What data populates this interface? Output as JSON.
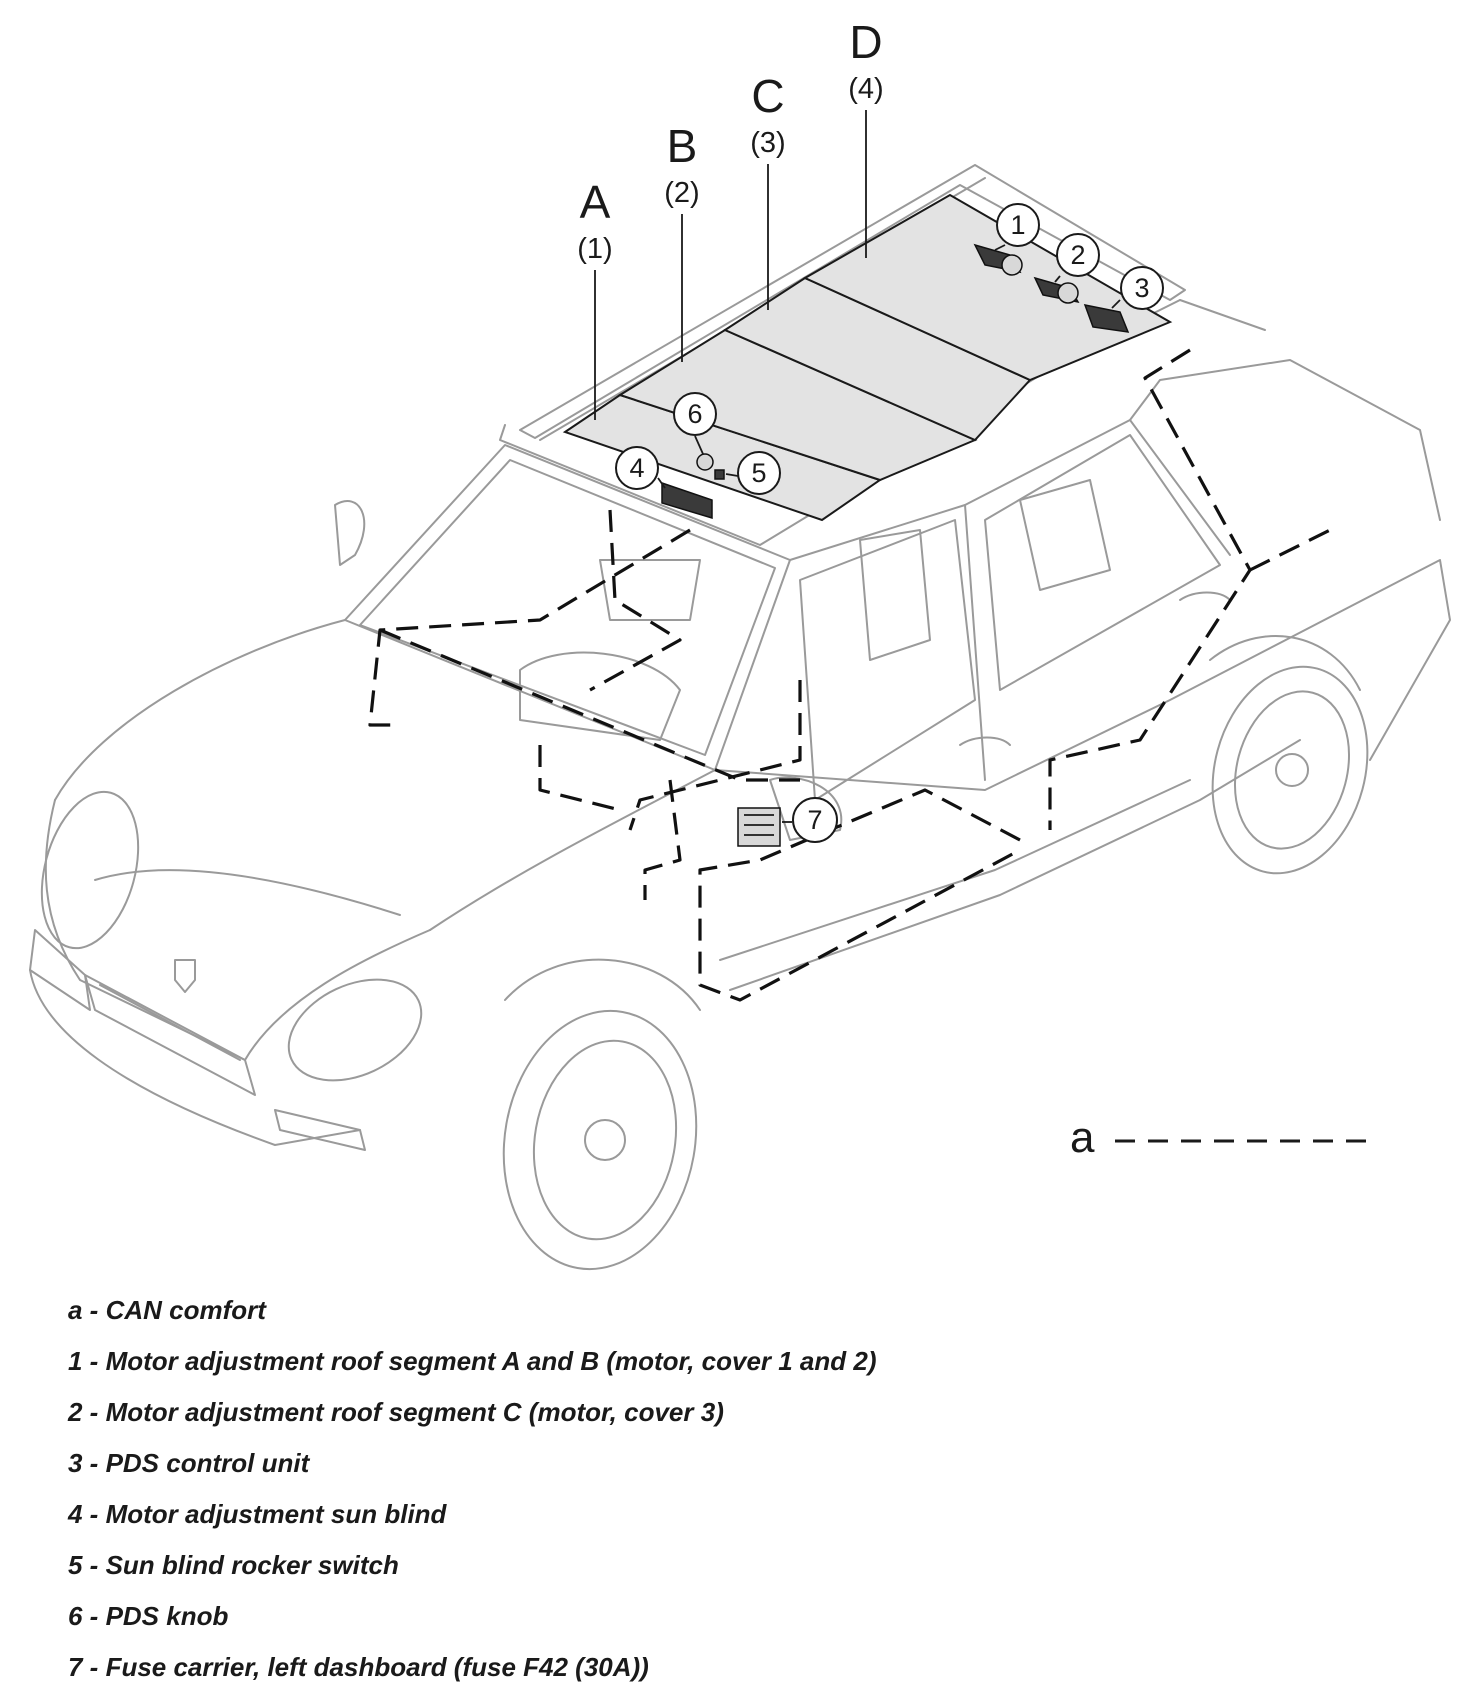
{
  "segments": [
    {
      "letter": "A",
      "number": "(1)"
    },
    {
      "letter": "B",
      "number": "(2)"
    },
    {
      "letter": "C",
      "number": "(3)"
    },
    {
      "letter": "D",
      "number": "(4)"
    }
  ],
  "callouts": [
    "1",
    "2",
    "3",
    "4",
    "5",
    "6",
    "7"
  ],
  "legend_key": {
    "label": "a"
  },
  "legend": [
    "a - CAN comfort",
    "1 - Motor adjustment roof segment A and B (motor, cover 1 and 2)",
    "2 - Motor adjustment roof segment C (motor, cover 3)",
    "3 - PDS control unit",
    "4 - Motor adjustment sun blind",
    "5 - Sun blind rocker switch",
    "6 - PDS knob",
    "7 - Fuse carrier, left dashboard (fuse F42 (30A))"
  ],
  "colors": {
    "roof_panel": "#e3e3e3",
    "car_outline": "#9a9a9a",
    "can_line": "#111111"
  }
}
